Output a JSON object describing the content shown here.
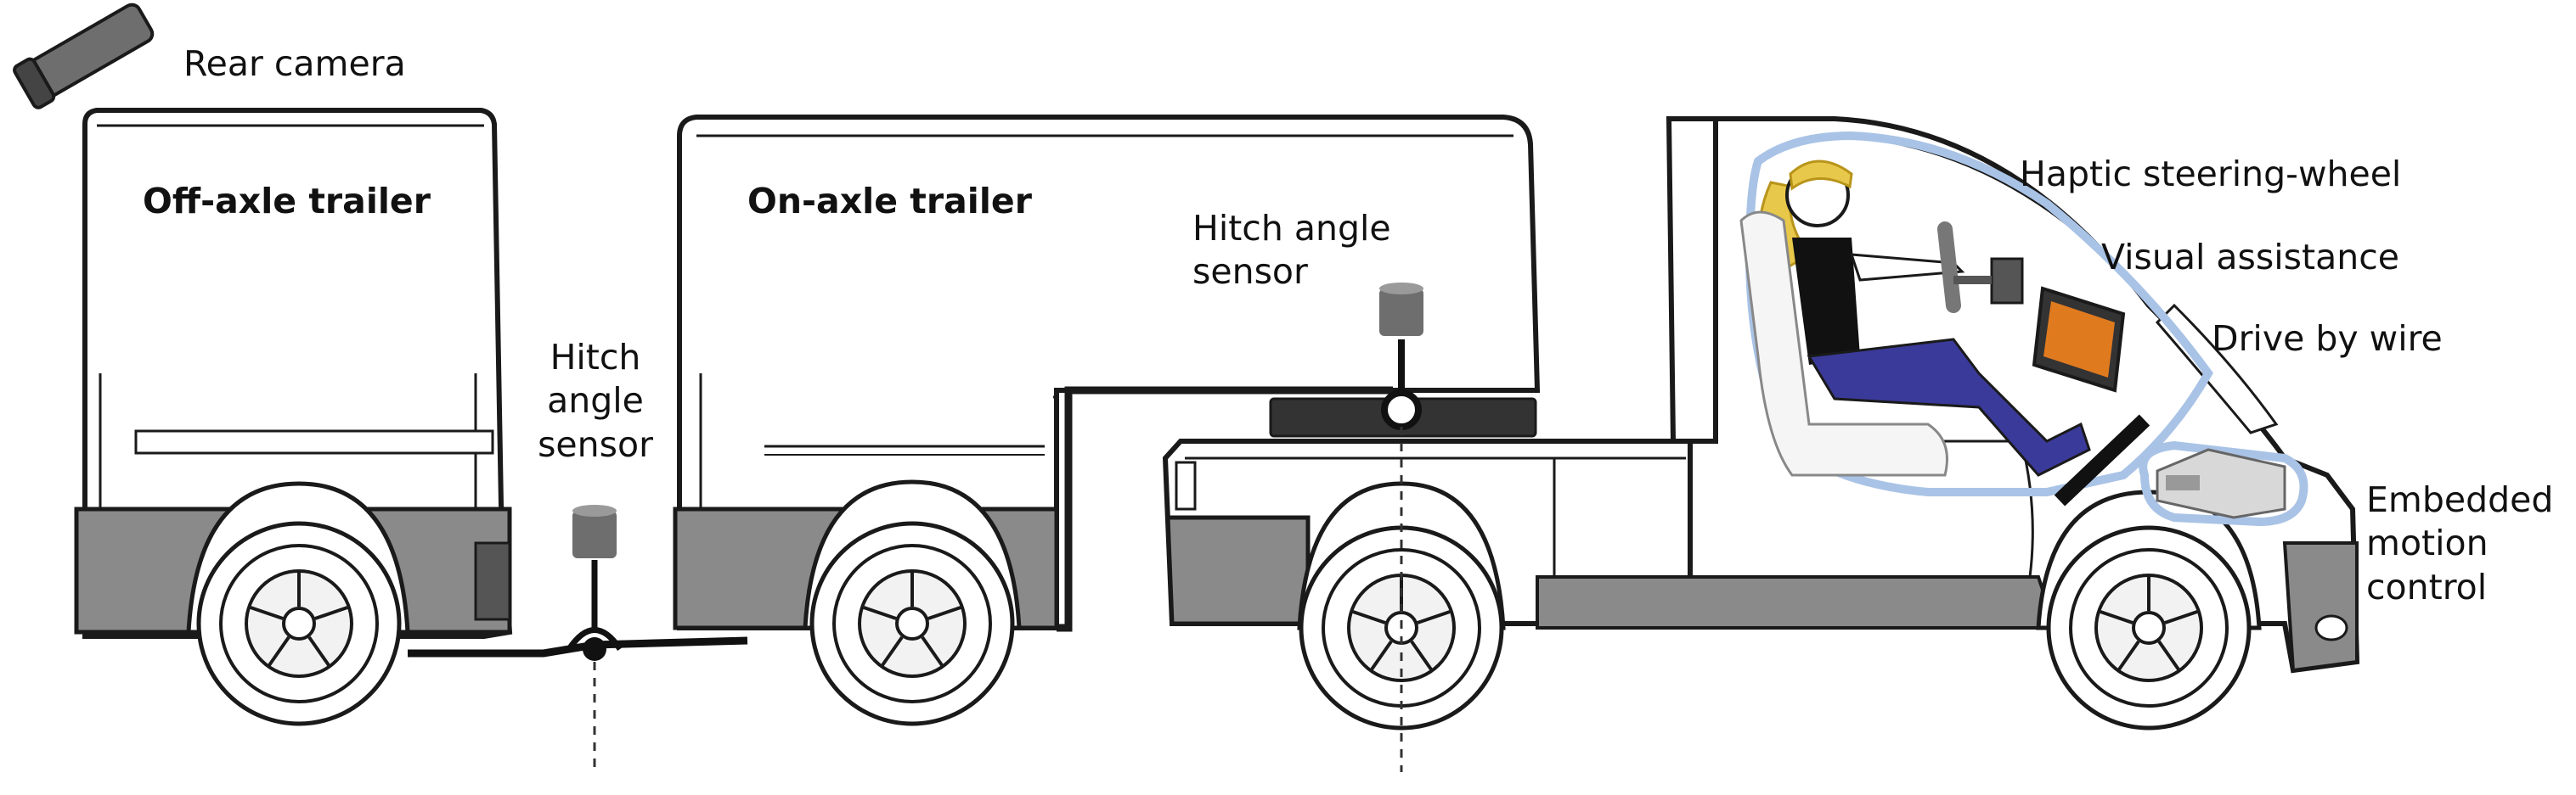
{
  "labels": {
    "rear_camera": "Rear camera",
    "off_axle_trailer": "Off-axle trailer",
    "on_axle_trailer": "On-axle trailer",
    "hitch_sensor_left": [
      "Hitch",
      "angle",
      "sensor"
    ],
    "hitch_sensor_right": [
      "Hitch angle",
      "sensor"
    ],
    "haptic_steering": "Haptic steering-wheel",
    "visual_assistance": "Visual assistance",
    "drive_by_wire": "Drive by wire",
    "embedded_motion": [
      "Embedded",
      "motion",
      "control"
    ]
  },
  "colors": {
    "outline": "#1a1a1a",
    "lower_panel": "#8a8a8a",
    "cab_highlight": "#a9c3e6",
    "driver_pants": "#3a3a9a",
    "driver_hair": "#e8c84a",
    "screen": "#e07a1f",
    "sensor": "#6e6e6e"
  }
}
